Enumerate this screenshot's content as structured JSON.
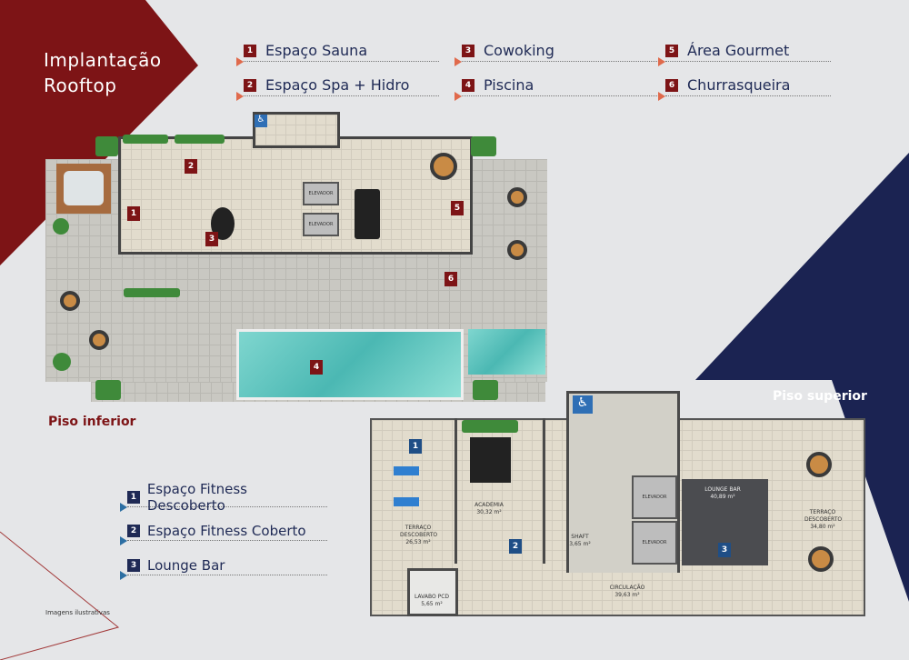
{
  "header": {
    "title_line1": "Implantação",
    "title_line2": "Rooftop"
  },
  "legend_rooftop": [
    {
      "num": "1",
      "label": "Espaço Sauna"
    },
    {
      "num": "2",
      "label": "Espaço Spa + Hidro"
    },
    {
      "num": "3",
      "label": "Cowoking"
    },
    {
      "num": "4",
      "label": "Piscina"
    },
    {
      "num": "5",
      "label": "Área Gourmet"
    },
    {
      "num": "6",
      "label": "Churrasqueira"
    }
  ],
  "legend_upper": [
    {
      "num": "1",
      "label": "Espaço Fitness Descoberto"
    },
    {
      "num": "2",
      "label": "Espaço Fitness Coberto"
    },
    {
      "num": "3",
      "label": "Lounge Bar"
    }
  ],
  "plan_lower": {
    "title": "Piso inferior",
    "elevator1": "ELEVADOR",
    "elevator2": "ELEVADOR"
  },
  "plan_upper": {
    "title": "Piso superior",
    "rooms": {
      "terraco1": {
        "name": "TERRAÇO DESCOBERTO",
        "area": "26,53 m²"
      },
      "academia": {
        "name": "ACADEMIA",
        "area": "30,32 m²"
      },
      "shaft": {
        "name": "SHAFT",
        "area": "3,65 m²"
      },
      "elevador1": "ELEVADOR",
      "elevador2": "ELEVADOR",
      "lounge": {
        "name": "LOUNGE BAR",
        "area": "40,89 m²"
      },
      "terraco2": {
        "name": "TERRAÇO DESCOBERTO",
        "area": "34,80 m²"
      },
      "lavabo": {
        "name": "LAVABO PCD",
        "area": "5,65 m²"
      },
      "circulacao": {
        "name": "CIRCULAÇÃO",
        "area": "39,63 m²"
      }
    }
  },
  "footer": {
    "note": "Imagens ilustrativas"
  },
  "colors": {
    "red": "#7d1416",
    "navy": "#1b2352",
    "bg": "#e5e6e8"
  }
}
